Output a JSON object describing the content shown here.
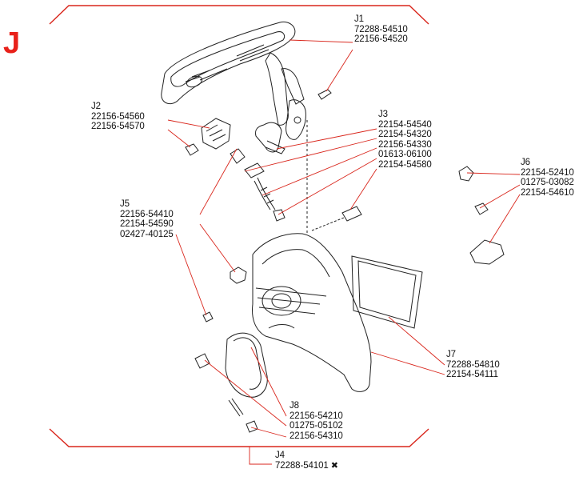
{
  "section": {
    "letter": "J"
  },
  "groups": [
    {
      "id": "J1",
      "parts": [
        "72288-54510",
        "22156-54520"
      ]
    },
    {
      "id": "J2",
      "parts": [
        "22156-54560",
        "22156-54570"
      ]
    },
    {
      "id": "J3",
      "parts": [
        "22154-54540",
        "22154-54320",
        "22156-54330",
        "01613-06100",
        "22154-54580"
      ]
    },
    {
      "id": "J5",
      "parts": [
        "22156-54410",
        "22154-54590",
        "02427-40125"
      ]
    },
    {
      "id": "J6",
      "parts": [
        "22154-52410",
        "01275-03082",
        "22154-54610"
      ]
    },
    {
      "id": "J7",
      "parts": [
        "72288-54810",
        "22154-54111"
      ]
    },
    {
      "id": "J8",
      "parts": [
        "22156-54210",
        "01275-05102",
        "22156-54310"
      ]
    },
    {
      "id": "J4",
      "parts": [
        "72288-54101"
      ]
    }
  ],
  "marks": {
    "j4_cross": "✖"
  },
  "colors": {
    "accent": "#e8211a",
    "line": "#d9261c",
    "ink": "#111111"
  }
}
